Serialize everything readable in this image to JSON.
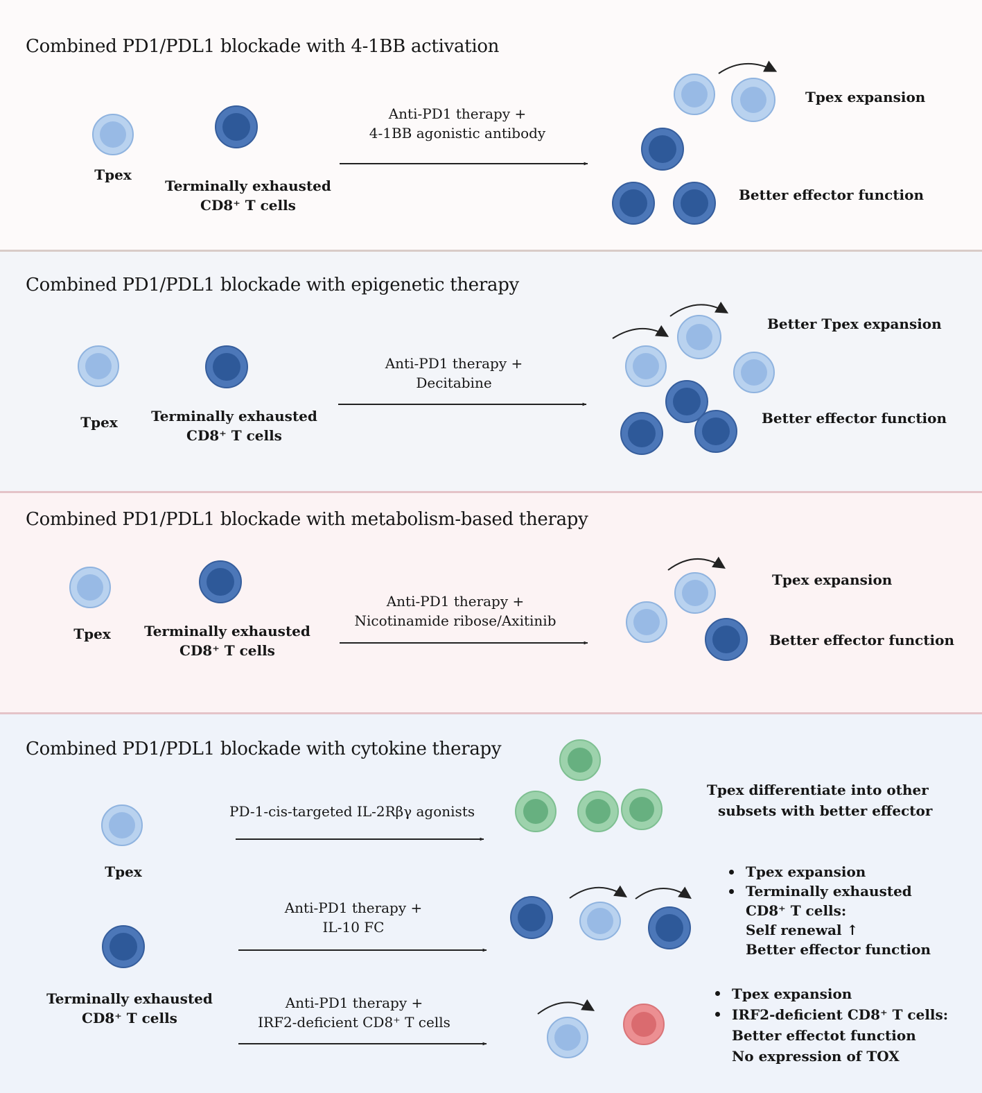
{
  "colors": {
    "tpex_cell": "#b9d2ef",
    "terminal_cell": "#4c77b8",
    "green_cell": "#9dd2ac",
    "red_cell": "#ec8f92",
    "arrow": "#222222"
  },
  "panel1": {
    "title": "Combined PD1/PDL1 blockade with 4-1BB activation",
    "tpex_label": "Tpex",
    "term_label_1": "Terminally exhausted",
    "term_label_2": "CD8⁺ T cells",
    "therapy_1": "Anti-PD1 therapy +",
    "therapy_2": "4-1BB agonistic antibody",
    "outcome_1": "Tpex expansion",
    "outcome_2": "Better  effector function"
  },
  "panel2": {
    "title": "Combined PD1/PDL1 blockade with  epigenetic therapy",
    "tpex_label": "Tpex",
    "term_label_1": "Terminally exhausted",
    "term_label_2": "CD8⁺ T cells",
    "therapy_1": "Anti-PD1 therapy +",
    "therapy_2": "Decitabine",
    "outcome_1": "Better Tpex expansion",
    "outcome_2": "Better  effector function"
  },
  "panel3": {
    "title": "Combined PD1/PDL1 blockade with metabolism-based therapy",
    "tpex_label": "Tpex",
    "term_label_1": "Terminally exhausted",
    "term_label_2": "CD8⁺ T cells",
    "therapy_1": "Anti-PD1 therapy +",
    "therapy_2": "Nicotinamide ribose/Axitinib",
    "outcome_1": "Tpex expansion",
    "outcome_2": "Better  effector function"
  },
  "panel4": {
    "title": "Combined PD1/PDL1 blockade with cytokine therapy",
    "tpex_label": "Tpex",
    "term_label_1": "Terminally exhausted",
    "term_label_2": "CD8⁺ T cells",
    "row1": {
      "therapy": "PD-1-cis-targeted IL-2Rβγ agonists",
      "outcome_1": "Tpex differentiate into other",
      "outcome_2": "subsets with better effector"
    },
    "row2": {
      "therapy_1": "Anti-PD1 therapy +",
      "therapy_2": "IL-10 FC",
      "bullet_1": "Tpex expansion",
      "bullet_2_line1": "Terminally exhausted",
      "bullet_2_line2": "CD8⁺ T cells:",
      "bullet_2_line3": "Self renewal",
      "bullet_2_line3_symbol": "↑",
      "bullet_2_line4": "Better effector function"
    },
    "row3": {
      "therapy_1": "Anti-PD1 therapy +",
      "therapy_2": "IRF2-deficient CD8⁺ T cells",
      "bullet_1": "Tpex expansion",
      "bullet_2_line1": "IRF2-deficient CD8⁺ T cells:",
      "bullet_2_line2": "Better effectot function",
      "bullet_2_line3": "No expression of TOX"
    }
  }
}
